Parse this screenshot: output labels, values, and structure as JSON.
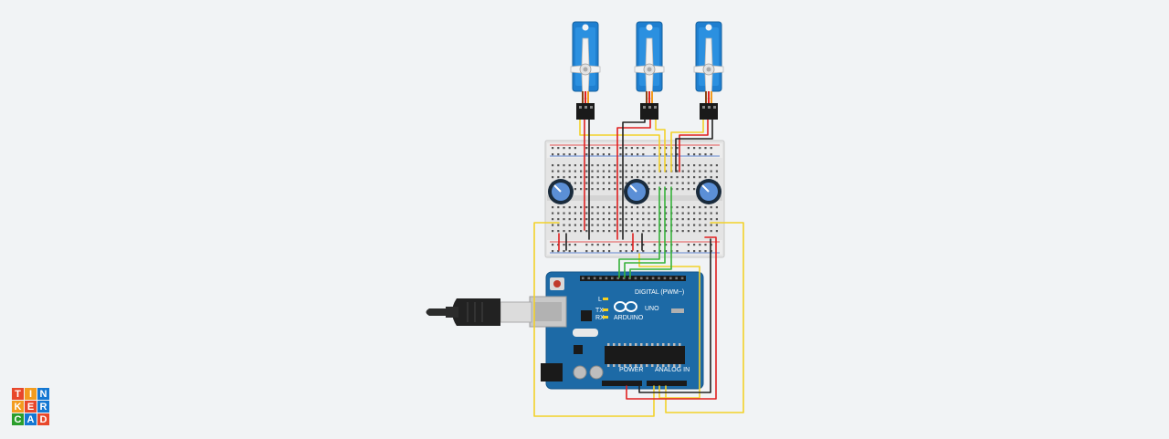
{
  "board": {
    "brand": "ARDUINO",
    "model": "UNO",
    "digital_label": "DIGITAL (PWM~)",
    "power_label": "POWER",
    "analog_label": "ANALOG IN",
    "led_labels": [
      "L",
      "TX",
      "RX"
    ]
  },
  "logo": {
    "letters": [
      "T",
      "I",
      "N",
      "K",
      "E",
      "R",
      "C",
      "A",
      "D"
    ],
    "colors": [
      "#e8472b",
      "#f39c1f",
      "#1477d2",
      "#2b9e2c"
    ]
  },
  "wire_colors": {
    "yellow": "#f2d12a",
    "red": "#e02020",
    "black": "#222222",
    "green": "#36b23a"
  },
  "components": {
    "servos": 3,
    "potentiometers": 3
  }
}
